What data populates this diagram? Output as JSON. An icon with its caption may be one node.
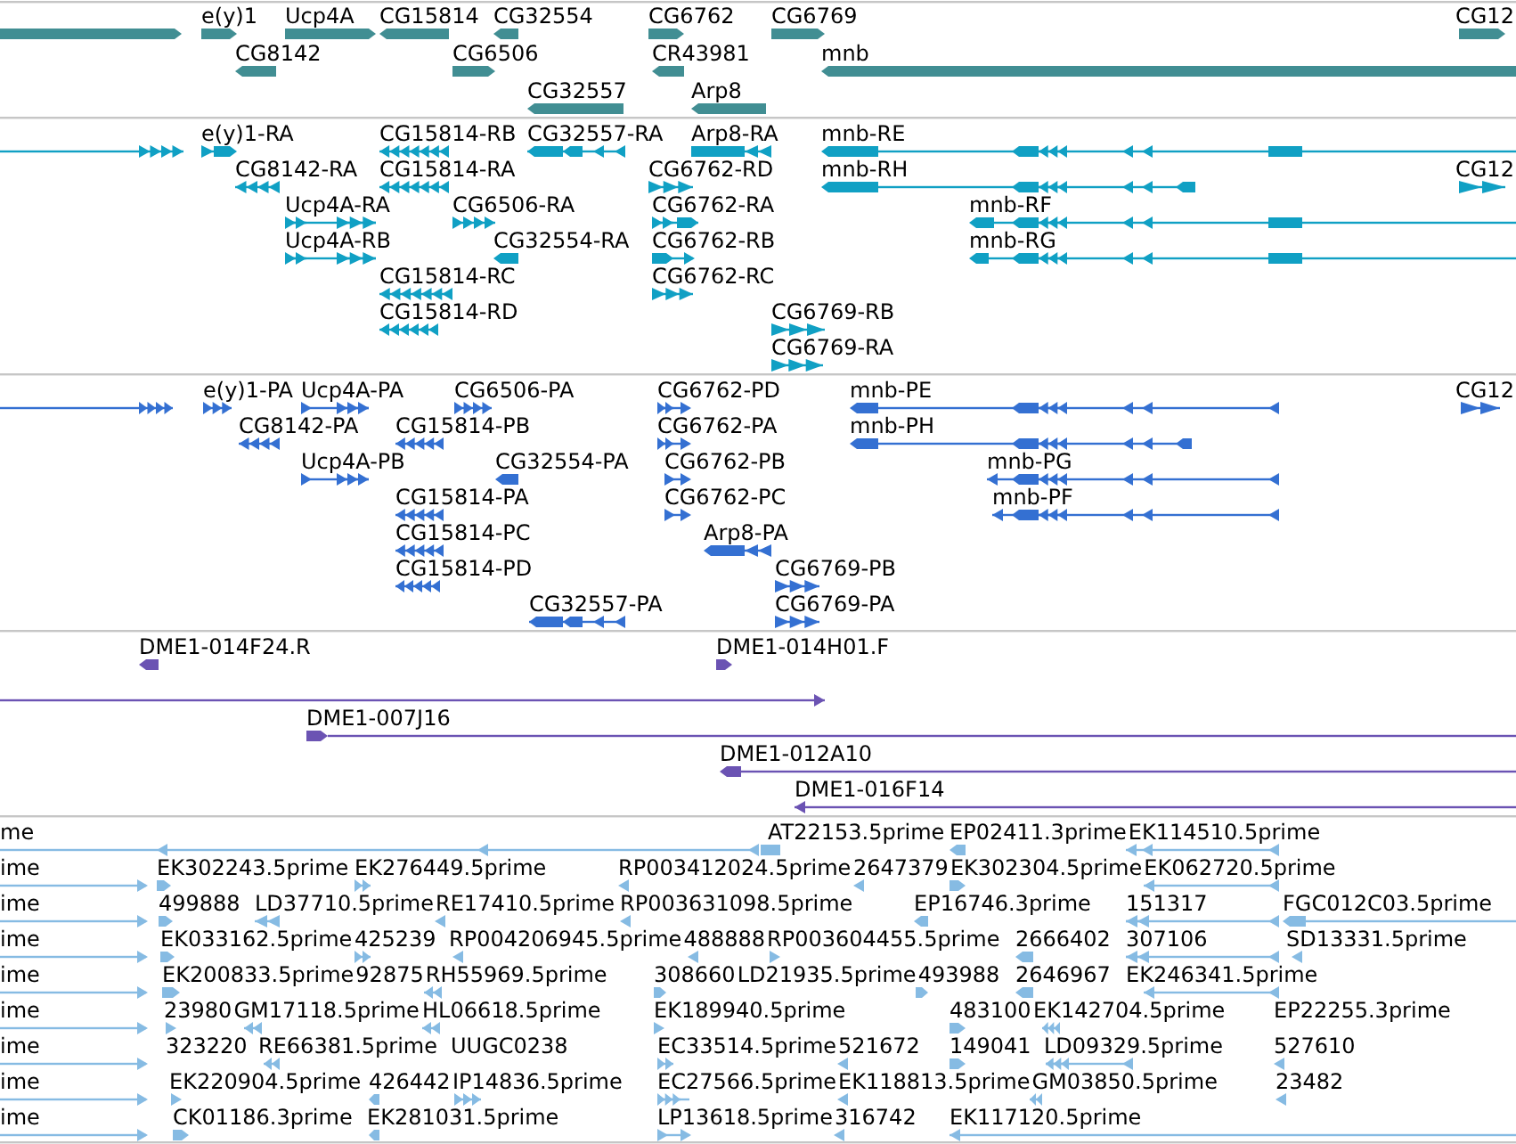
{
  "diagram": {
    "labels": [
      "e(y)1",
      "Ucp4A",
      "CG15814",
      "CG32554",
      "CG6762",
      "CG6769",
      "CG12",
      "CG8142",
      "CG6506",
      "CR43981",
      "mnb",
      "CG32557",
      "Arp8",
      "e(y)1-RA",
      "CG15814-RB",
      "CG32557-RA",
      "Arp8-RA",
      "mnb-RE",
      "CG8142-RA",
      "CG15814-RA",
      "CG6762-RD",
      "mnb-RH",
      "CG12",
      "Ucp4A-RA",
      "CG6506-RA",
      "CG6762-RA",
      "mnb-RF",
      "Ucp4A-RB",
      "CG32554-RA",
      "CG6762-RB",
      "mnb-RG",
      "CG15814-RC",
      "CG6762-RC",
      "CG15814-RD",
      "CG6769-RB",
      "CG6769-RA",
      "e(y)1-PA",
      "Ucp4A-PA",
      "CG6506-PA",
      "CG6762-PD",
      "mnb-PE",
      "CG12",
      "CG8142-PA",
      "CG15814-PB",
      "CG6762-PA",
      "mnb-PH",
      "Ucp4A-PB",
      "CG32554-PA",
      "CG6762-PB",
      "mnb-PG",
      "CG15814-PA",
      "CG6762-PC",
      "mnb-PF",
      "CG15814-PC",
      "Arp8-PA",
      "CG15814-PD",
      "CG6769-PB",
      "CG32557-PA",
      "CG6769-PA",
      "DME1-014F24.R",
      "DME1-014H01.F",
      "DME1-007J16",
      "DME1-012A10",
      "DME1-016F14",
      "me",
      "AT22153.5prime",
      "EP02411.3prime",
      "EK114510.5prime",
      "ime",
      "EK302243.5prime",
      "EK276449.5prime",
      "RP003412024.5prime",
      "2647379",
      "EK302304.5prime",
      "EK062720.5prime",
      "ime",
      "499888",
      "LD37710.5prime",
      "RE17410.5prime",
      "RP003631098.5prime",
      "EP16746.3prime",
      "151317",
      "FGC012C03.5prime",
      "ime",
      "EK033162.5prime",
      "425239",
      "RP004206945.5prime",
      "488888",
      "RP003604455.5prime",
      "2666402",
      "307106",
      "SD13331.5prime",
      "ime",
      "EK200833.5prime",
      "92875",
      "RH55969.5prime",
      "308660",
      "LD21935.5prime",
      "493988",
      "2646967",
      "EK246341.5prime",
      "ime",
      "23980",
      "GM17118.5prime",
      "HL06618.5prime",
      "EK189940.5prime",
      "483100",
      "EK142704.5prime",
      "EP22255.3prime",
      "ime",
      "323220",
      "RE66381.5prime",
      "UUGC0238",
      "EC33514.5prime",
      "521672",
      "149041",
      "LD09329.5prime",
      "527610",
      "ime",
      "EK220904.5prime",
      "426442",
      "IP14836.5prime",
      "EC27566.5prime",
      "EK118813.5prime",
      "GM03850.5prime",
      "23482",
      "ime",
      "CK01186.3prime",
      "EK281031.5prime",
      "LP13618.5prime",
      "316742",
      "EK117120.5prime"
    ]
  }
}
